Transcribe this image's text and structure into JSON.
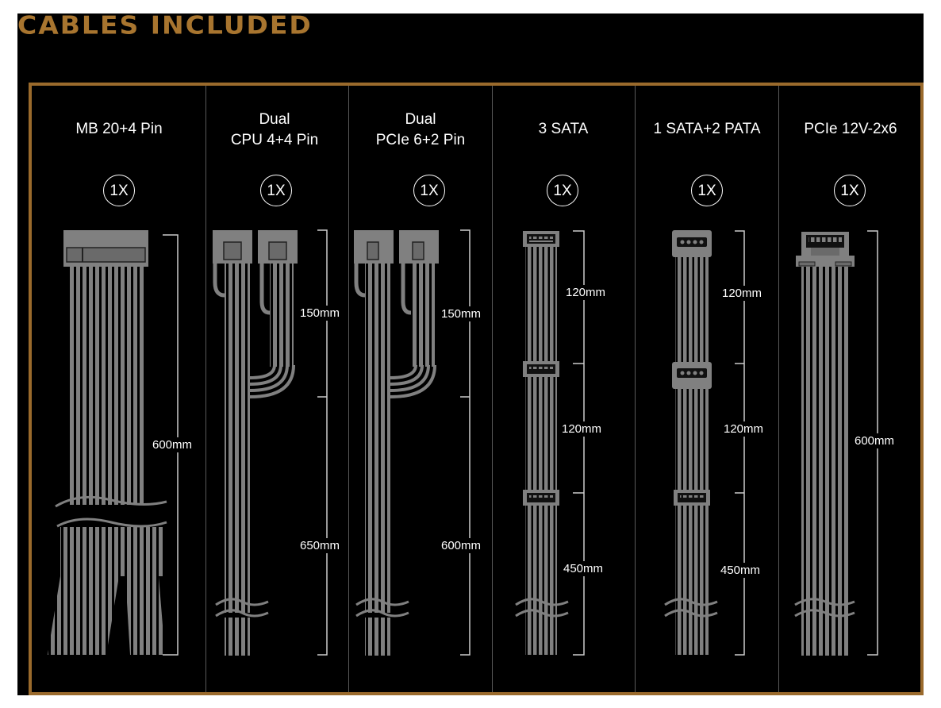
{
  "header": {
    "title": "CABLES INCLUDED"
  },
  "colors": {
    "accent": "#9a6a2c",
    "title": "#a8752f",
    "background": "#000000",
    "cable": "#808080",
    "text": "#ffffff"
  },
  "cables": [
    {
      "name_line1": "",
      "name_line2": "MB 20+4 Pin",
      "quantity": "1X",
      "lengths": [
        "600mm"
      ]
    },
    {
      "name_line1": "Dual",
      "name_line2": "CPU 4+4 Pin",
      "quantity": "1X",
      "lengths": [
        "150mm",
        "650mm"
      ]
    },
    {
      "name_line1": "Dual",
      "name_line2": "PCIe 6+2 Pin",
      "quantity": "1X",
      "lengths": [
        "150mm",
        "600mm"
      ]
    },
    {
      "name_line1": "",
      "name_line2": "3 SATA",
      "quantity": "1X",
      "lengths": [
        "120mm",
        "120mm",
        "450mm"
      ]
    },
    {
      "name_line1": "",
      "name_line2": "1 SATA+2 PATA",
      "quantity": "1X",
      "lengths": [
        "120mm",
        "120mm",
        "450mm"
      ]
    },
    {
      "name_line1": "",
      "name_line2": "PCIe 12V-2x6",
      "quantity": "1X",
      "lengths": [
        "600mm"
      ]
    }
  ]
}
